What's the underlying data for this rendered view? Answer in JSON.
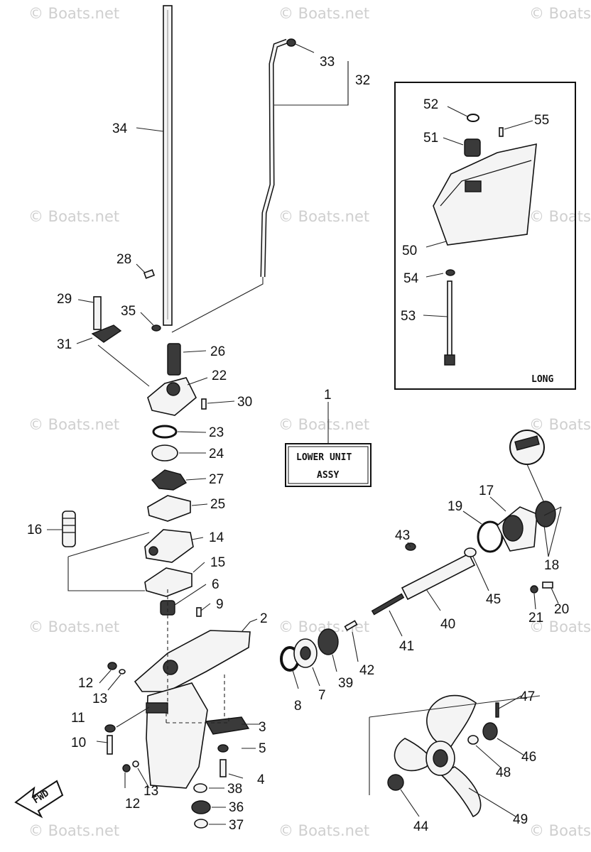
{
  "watermark": "© Boats.net",
  "assembly_label": {
    "line1": "LOWER UNIT",
    "line2": "ASSY"
  },
  "inset_label": "LONG",
  "fwd_label": "FWD",
  "callouts": {
    "c1": "1",
    "c2": "2",
    "c3": "3",
    "c4": "4",
    "c5": "5",
    "c6": "6",
    "c7": "7",
    "c8": "8",
    "c9": "9",
    "c10": "10",
    "c11": "11",
    "c12a": "12",
    "c12b": "12",
    "c13a": "13",
    "c13b": "13",
    "c14": "14",
    "c15": "15",
    "c16": "16",
    "c17": "17",
    "c18": "18",
    "c19": "19",
    "c20": "20",
    "c21": "21",
    "c22": "22",
    "c23": "23",
    "c24": "24",
    "c25": "25",
    "c26": "26",
    "c27": "27",
    "c28": "28",
    "c29": "29",
    "c30": "30",
    "c31": "31",
    "c32": "32",
    "c33": "33",
    "c34": "34",
    "c35": "35",
    "c36": "36",
    "c37": "37",
    "c38": "38",
    "c39": "39",
    "c40": "40",
    "c41": "41",
    "c42": "42",
    "c43": "43",
    "c44": "44",
    "c45": "45",
    "c46": "46",
    "c47": "47",
    "c48": "48",
    "c49": "49",
    "c50": "50",
    "c51": "51",
    "c52": "52",
    "c53": "53",
    "c54": "54",
    "c55": "55"
  }
}
